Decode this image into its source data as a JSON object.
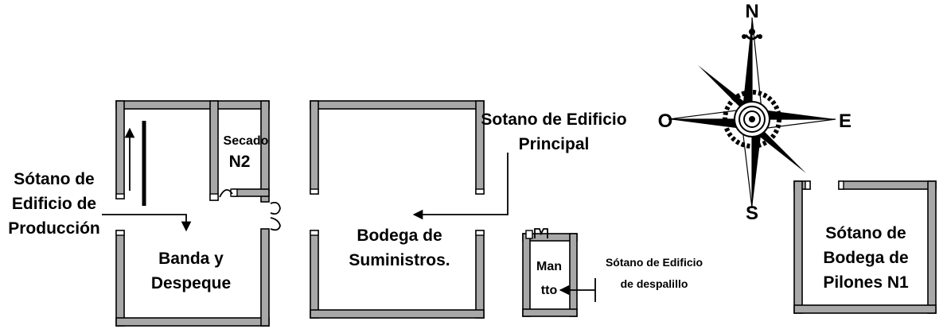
{
  "labels": {
    "produccion": [
      "Sótano de",
      "Edificio de",
      "Producción"
    ],
    "secado": [
      "Secado",
      "N2"
    ],
    "banda": [
      "Banda y",
      "Despeque"
    ],
    "principal": [
      "Sotano de Edificio",
      "Principal"
    ],
    "bodega": [
      "Bodega de",
      "Suministros."
    ],
    "mantto": [
      "Man",
      "tto"
    ],
    "despalillo": [
      "Sótano de Edificio",
      "de despalillo"
    ],
    "pilones": [
      "Sótano de",
      "Bodega de",
      "Pilones N1"
    ]
  },
  "compass": {
    "north": "N",
    "south": "S",
    "east": "E",
    "west": "O"
  },
  "colors": {
    "wall_fill": "#a8a8a8",
    "outline": "#000000",
    "background": "#ffffff"
  }
}
